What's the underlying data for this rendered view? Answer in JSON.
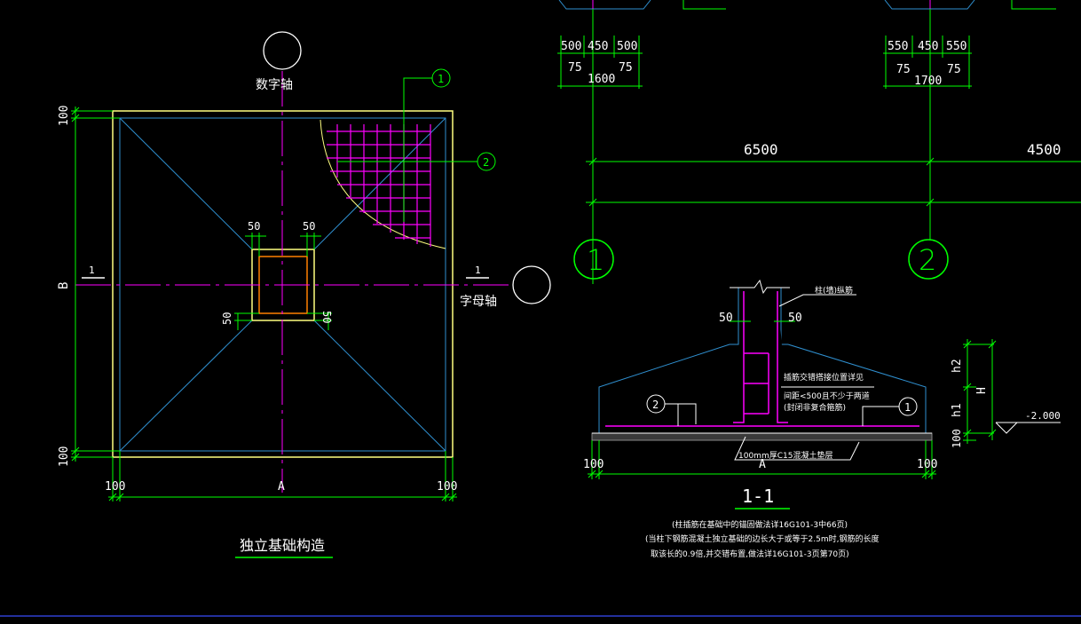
{
  "plan": {
    "axis_number_label": "数字轴",
    "axis_letter_label": "字母轴",
    "dim_top": "100",
    "dim_bottom": "100",
    "dim_left": "100",
    "dim_right": "100",
    "dim_b": "B",
    "dim_a": "A",
    "col_offset_tl": "50",
    "col_offset_tr": "50",
    "col_offset_bl": "50",
    "col_offset_br": "50",
    "section_mark_left": "1",
    "section_mark_right": "1",
    "callout_1": "1",
    "callout_2": "2",
    "title": "独立基础构造"
  },
  "grid": {
    "left_dims": [
      "500",
      "450",
      "500"
    ],
    "left_sub": [
      "75",
      "75"
    ],
    "left_total": "1600",
    "right_dims": [
      "550",
      "450",
      "550"
    ],
    "right_sub": [
      "75",
      "75"
    ],
    "right_total": "1700",
    "span_1": "6500",
    "span_2": "4500",
    "axis_1": "1",
    "axis_2": "2"
  },
  "section": {
    "col_off_left": "50",
    "col_off_right": "50",
    "note_top": "柱(墙)纵筋",
    "note_mid_1": "插筋交错搭接位置详见",
    "note_mid_2": "间距<500且不少于两道",
    "note_mid_3": "(封闭非复合箍筋)",
    "callout_2": "2",
    "callout_1": "1",
    "dim_h2": "h2",
    "dim_h1": "h1",
    "dim_H": "H",
    "dim_100": "100",
    "elevation": "-2.000",
    "bed_note": "100mm厚C15混凝土垫层",
    "dim_left": "100",
    "dim_right": "100",
    "dim_a": "A",
    "title": "1-1",
    "footnote_1": "(柱插筋在基础中的锚固做法详16G101-3中66页)",
    "footnote_2": "(当柱下钢筋混凝土独立基础的边长大于或等于2.5m时,钢筋的长度",
    "footnote_3": "取该长的0.9倍,并交错布置,做法详16G101-3页第70页)"
  },
  "colors": {
    "background": "#000000",
    "dim_line": "#00ff00",
    "outline": "#ffff80",
    "inner_outline": "#2f8fcf",
    "axis": "#ff00ff",
    "rebar": "#ff00ff",
    "text": "#ffffff"
  }
}
